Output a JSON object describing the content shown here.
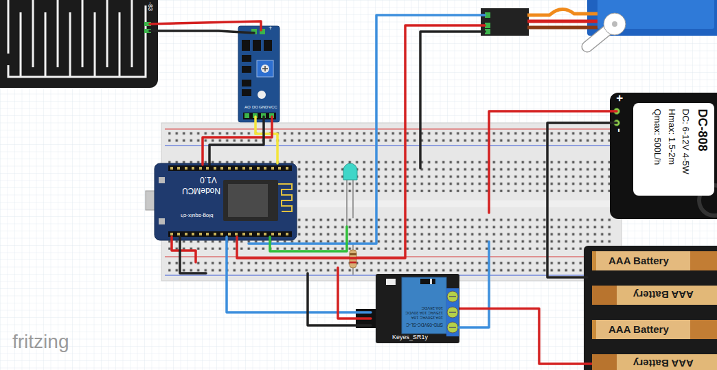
{
  "diagram": {
    "nodes": [
      {
        "text": [
          "DC-808",
          "DC: 6-12V 4-5W",
          "Hmax: 1.5-2m",
          "Qmax: 500L/h"
        ]
      },
      {
        "text": [
          "V1.0",
          "NodeMCU",
          "blog-squix-ch"
        ]
      },
      {
        "text": [
          "SRD-05VDC-SL-C",
          "10A 250VAC 10A 125VAC 10A 30VDC 10A 28VDC",
          "Keyes_SR1y"
        ]
      },
      {
        "text": [
          "AAA Battery"
        ]
      },
      {
        "text": [
          "AAA Battery"
        ]
      },
      {
        "text": [
          "AAA Battery"
        ]
      },
      {
        "text": [
          "AAA Battery"
        ]
      }
    ],
    "edges": [
      {
        "from": 2,
        "to": 6,
        "arrow": "none"
      }
    ],
    "labels": [
      "-83",
      "+",
      "AO",
      "DO",
      "GND",
      "VCC",
      "+",
      "-",
      "fritzing"
    ]
  }
}
